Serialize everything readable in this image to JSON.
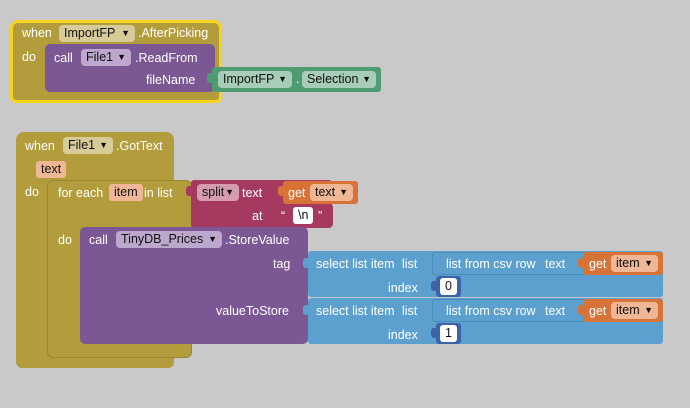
{
  "colors": {
    "event": "#b39c3c",
    "event_border": "#f4d51b",
    "procedure": "#7b5794",
    "component": "#4f9c72",
    "text": "#a63960",
    "variable": "#d87338",
    "list": "#5ca0d0",
    "math": "#3c63a8"
  },
  "event1": {
    "when": "when",
    "component": "ImportFP",
    "event": ".AfterPicking",
    "do": "do",
    "call": {
      "call": "call",
      "component": "File1",
      "method": ".ReadFrom",
      "param": "fileName",
      "arg_component": "ImportFP",
      "arg_dot": ".",
      "arg_property": "Selection"
    }
  },
  "event2": {
    "when": "when",
    "component": "File1",
    "event": ".GotText",
    "param": "text",
    "do": "do",
    "foreach": {
      "for_each": "for each",
      "item_var": "item",
      "in_list": "in list",
      "split": "split",
      "text_label": "text",
      "get": "get",
      "get_var": "text",
      "at_label": "at",
      "at_value": "\\n",
      "do": "do"
    },
    "store": {
      "call": "call",
      "component": "TinyDB_Prices",
      "method": ".StoreValue",
      "tag_label": "tag",
      "value_label": "valueToStore",
      "select": "select list item",
      "list_label": "list",
      "index_label": "index",
      "csv": "list from csv row",
      "csv_text": "text",
      "get": "get",
      "get_var": "item",
      "index_tag": "0",
      "index_value": "1"
    }
  }
}
